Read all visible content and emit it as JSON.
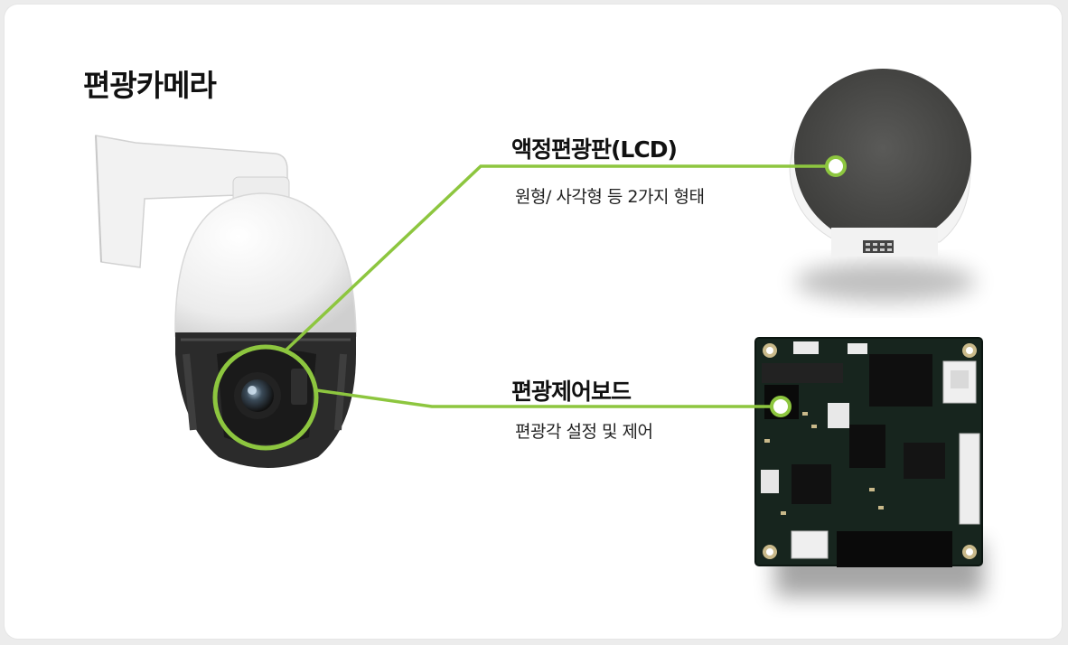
{
  "title": "편광카메라",
  "lcd": {
    "heading": "액정편광판(LCD)",
    "description": "원형/ 사각형 등 2가지 형태"
  },
  "board": {
    "heading": "편광제어보드",
    "description": "편광각 설정 및 제어"
  },
  "colors": {
    "accent": "#8dc63f"
  }
}
